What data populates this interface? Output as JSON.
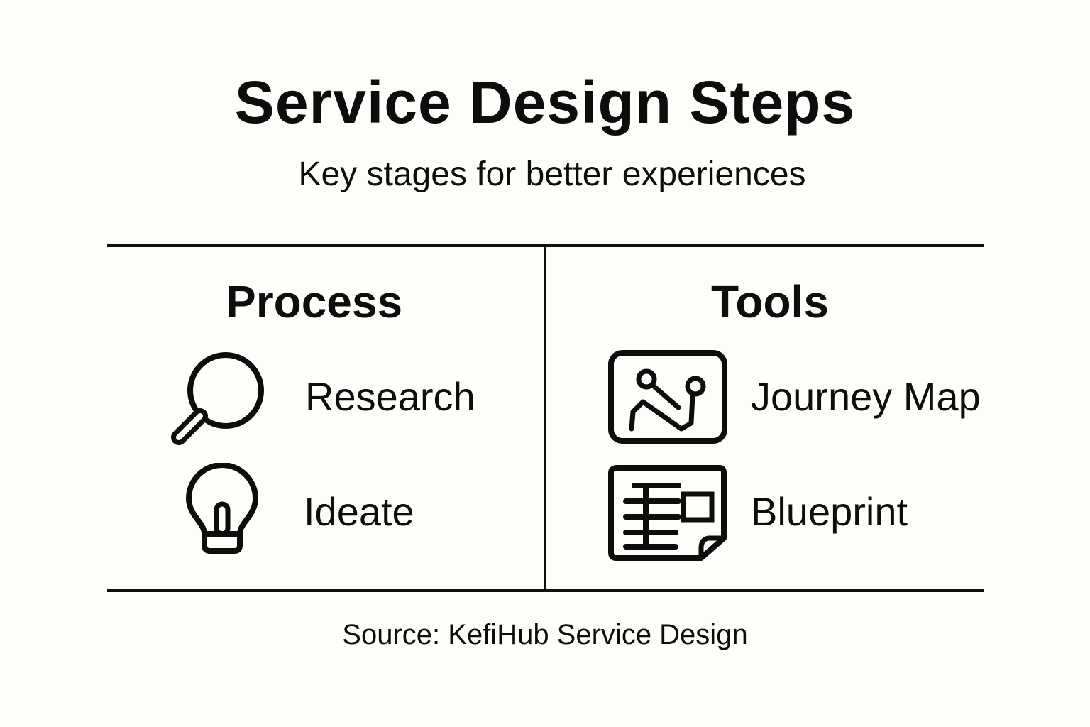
{
  "header": {
    "title": "Service Design Steps",
    "subtitle": "Key stages for better experiences"
  },
  "columns": {
    "process": {
      "heading": "Process",
      "items": [
        {
          "label": "Research",
          "icon": "magnifying-glass-icon"
        },
        {
          "label": "Ideate",
          "icon": "lightbulb-icon"
        }
      ]
    },
    "tools": {
      "heading": "Tools",
      "items": [
        {
          "label": "Journey Map",
          "icon": "journey-map-icon"
        },
        {
          "label": "Blueprint",
          "icon": "blueprint-icon"
        }
      ]
    }
  },
  "footer": {
    "source": "Source: KefiHub Service Design"
  },
  "colors": {
    "background": "#fdfdf9",
    "ink": "#0d0d0d"
  }
}
